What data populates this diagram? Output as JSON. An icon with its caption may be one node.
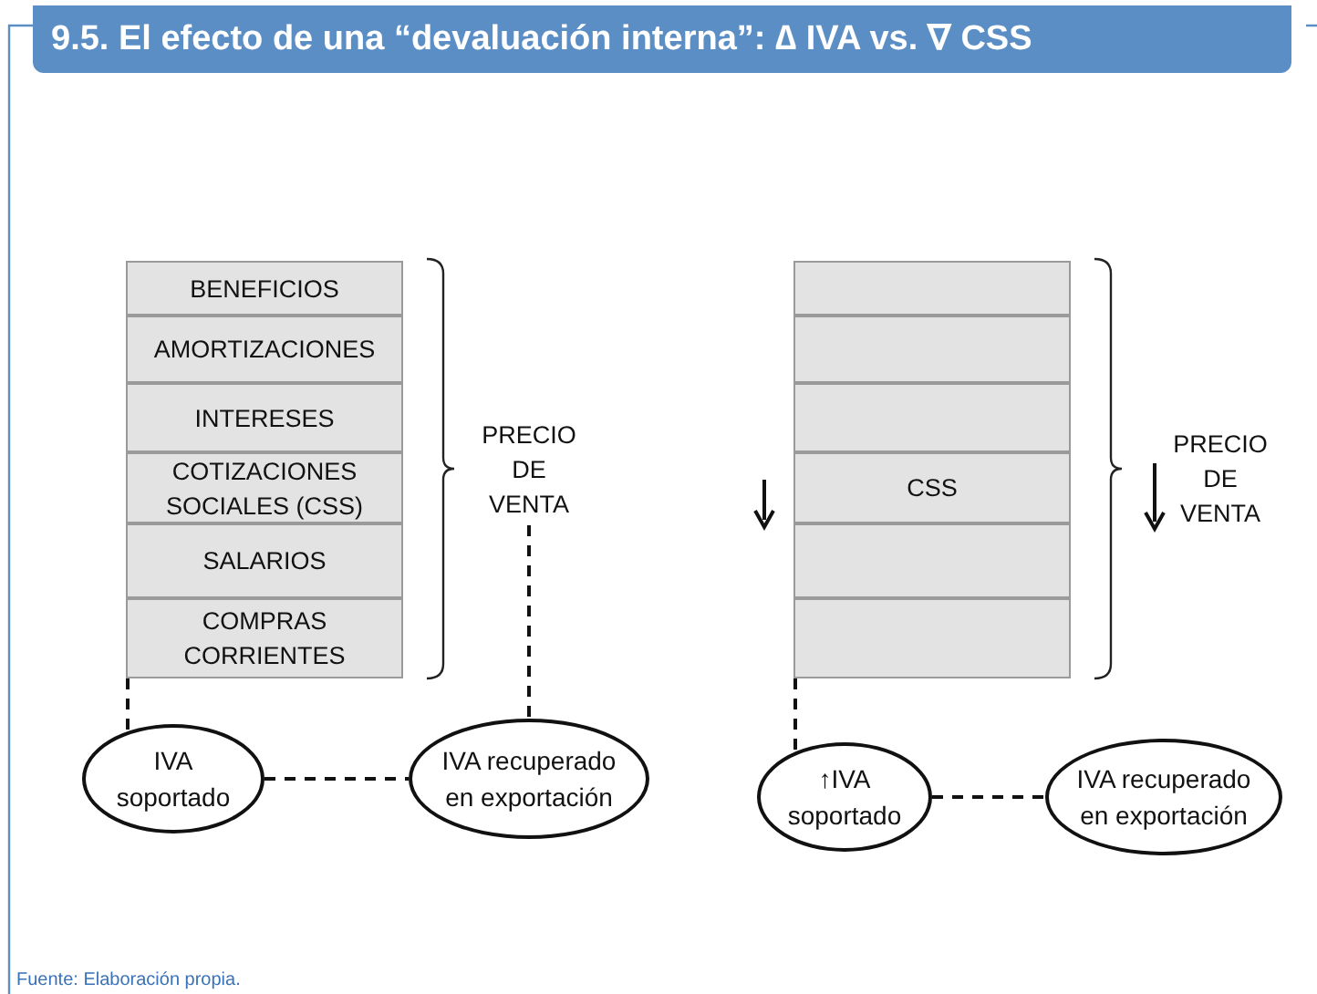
{
  "diagram": {
    "title": "9.5. El efecto de una “devaluación interna”: ∆ IVA vs. ∇ CSS",
    "caption": "Fuente: Elaboración propia.",
    "nodes": [
      {
        "text": [
          "BENEFICIOS"
        ]
      },
      {
        "text": [
          "AMORTIZACIONES"
        ]
      },
      {
        "text": [
          "INTERESES"
        ]
      },
      {
        "text": [
          "COTIZACIONES SOCIALES (CSS)"
        ]
      },
      {
        "text": [
          "SALARIOS"
        ]
      },
      {
        "text": [
          "COMPRAS CORRIENTES"
        ]
      },
      {
        "text": [
          "PRECIO DE VENTA"
        ]
      },
      {
        "text": [
          "IVA soportado"
        ]
      },
      {
        "text": [
          "IVA recuperado en exportación"
        ]
      },
      {
        "text": [],
        "shape": "box"
      },
      {
        "text": [],
        "shape": "box"
      },
      {
        "text": [],
        "shape": "box"
      },
      {
        "text": [
          "CSS"
        ]
      },
      {
        "text": [],
        "shape": "box"
      },
      {
        "text": [],
        "shape": "box"
      },
      {
        "text": [
          "PRECIO DE VENTA"
        ]
      },
      {
        "text": [
          "↑IVA soportado"
        ]
      },
      {
        "text": [
          "IVA recuperado en exportación"
        ]
      }
    ],
    "edges": [
      {
        "from": 5,
        "to": 7,
        "arrow": "none",
        "style": "dashed"
      },
      {
        "from": 6,
        "to": 8,
        "arrow": "none",
        "style": "dashed"
      },
      {
        "from": 7,
        "to": 8,
        "arrow": "none",
        "style": "dashed"
      },
      {
        "from": 14,
        "to": 16,
        "arrow": "none",
        "style": "dashed"
      },
      {
        "from": 16,
        "to": 17,
        "arrow": "none",
        "style": "dashed"
      }
    ]
  }
}
